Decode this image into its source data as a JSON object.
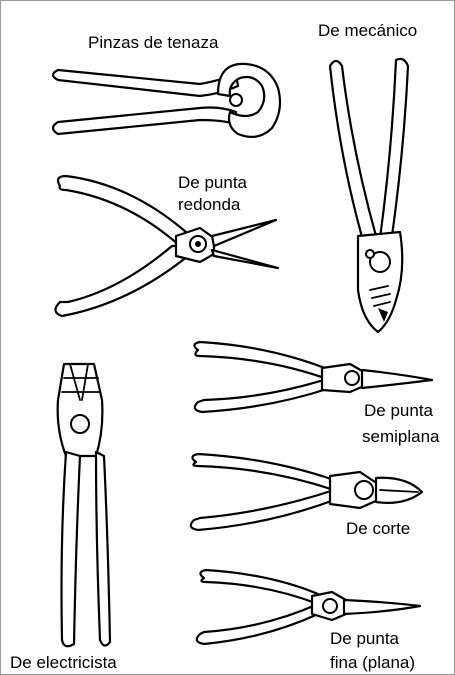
{
  "labels": {
    "pinzas_tenaza": "Pinzas de tenaza",
    "mecanico": "De mecánico",
    "punta_redonda_1": "De punta",
    "punta_redonda_2": "redonda",
    "punta_semiplana_1": "De punta",
    "punta_semiplana_2": "semiplana",
    "corte": "De corte",
    "electricista": "De electricista",
    "punta_fina_1": "De punta",
    "punta_fina_2": "fina (plana)"
  }
}
